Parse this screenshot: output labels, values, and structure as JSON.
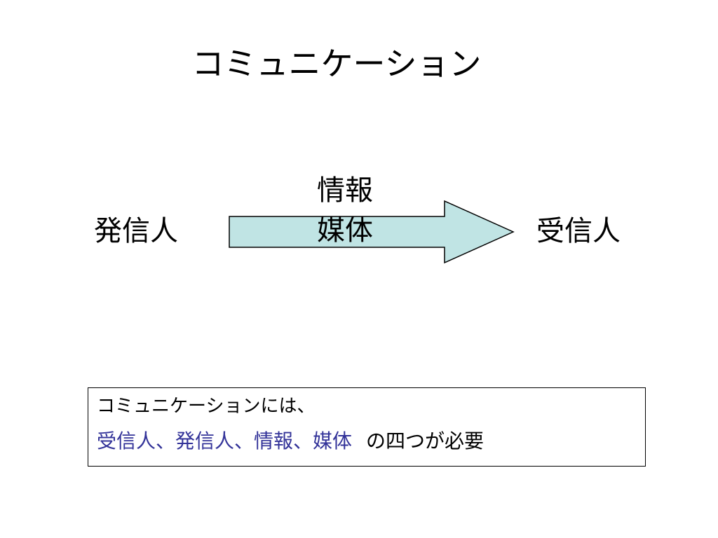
{
  "title": "コミュニケーション",
  "diagram": {
    "sender": "発信人",
    "receiver": "受信人",
    "arrow_label_top": "情報",
    "arrow_label_bottom": "媒体",
    "arrow_fill": "#c0e4e4",
    "arrow_stroke": "#000000"
  },
  "summary": {
    "line1": "コミュニケーションには、",
    "line2_highlight": "受信人、発信人、情報、媒体",
    "line2_rest": "の四つが必要",
    "highlight_color": "#333399"
  }
}
